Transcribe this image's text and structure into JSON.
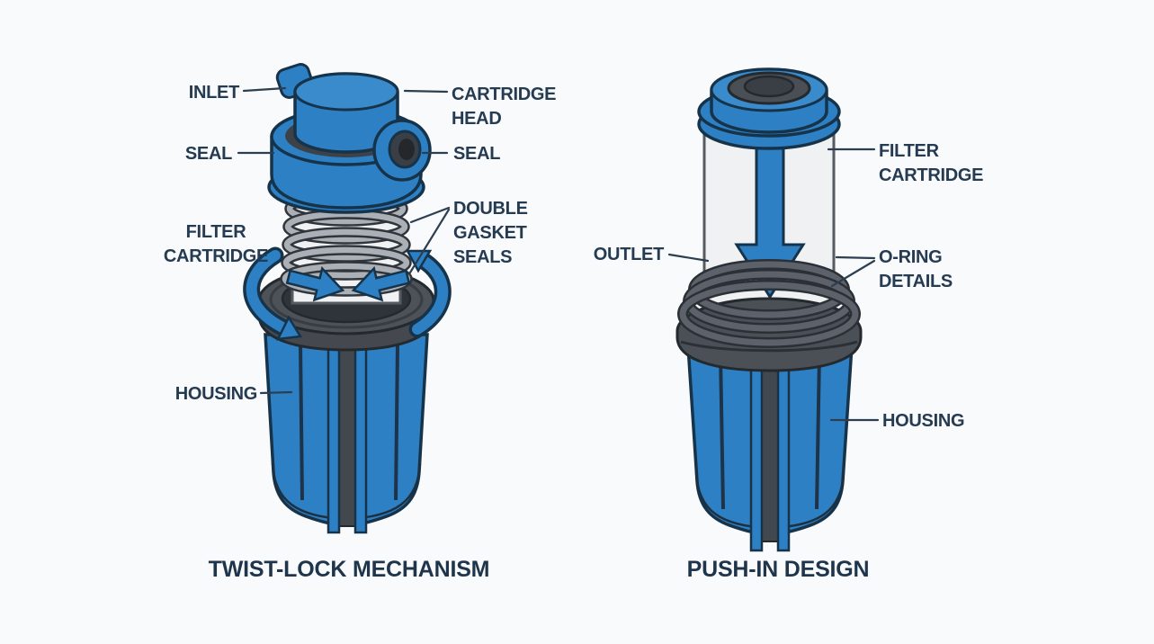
{
  "figure": {
    "type": "labeled-technical-diagram",
    "subject": "water filter cartridge attachment mechanisms",
    "colors": {
      "background": "#f9fafb",
      "label_text": "#253b51",
      "caption_text": "#1f354b",
      "leader_line": "#2c3e50",
      "blue": "#2e80c4",
      "blue_light": "#3a8bcb",
      "blue_outline": "#16334a",
      "dark_grey": "#4b5056",
      "darker_grey": "#34383d",
      "gasket_grey": "#aab0b6",
      "cartridge_white": "#eff1f2"
    }
  },
  "left_diagram": {
    "caption": "TWIST-LOCK MECHANISM",
    "labels": {
      "inlet": "INLET",
      "cartridge_head": "CARTRIDGE HEAD",
      "seal_left": "SEAL",
      "seal_right": "SEAL",
      "filter_cartridge": "FILTER CARTRIDGE",
      "double_gasket_seals": "DOUBLE GASKET SEALS",
      "housing": "HOUSING"
    },
    "icons": {
      "rotation_arrows": "curved twist arrows around housing collar",
      "inward_arrows": "two arrows pointing toward each other"
    }
  },
  "right_diagram": {
    "caption": "PUSH-IN DESIGN",
    "labels": {
      "filter_cartridge": "FILTER CARTRIDGE",
      "outlet": "OUTLET",
      "o_ring_details": "O-RING DETAILS",
      "housing": "HOUSING"
    },
    "icons": {
      "flow_arrow": "downward push/flow arrow inside cartridge"
    }
  }
}
